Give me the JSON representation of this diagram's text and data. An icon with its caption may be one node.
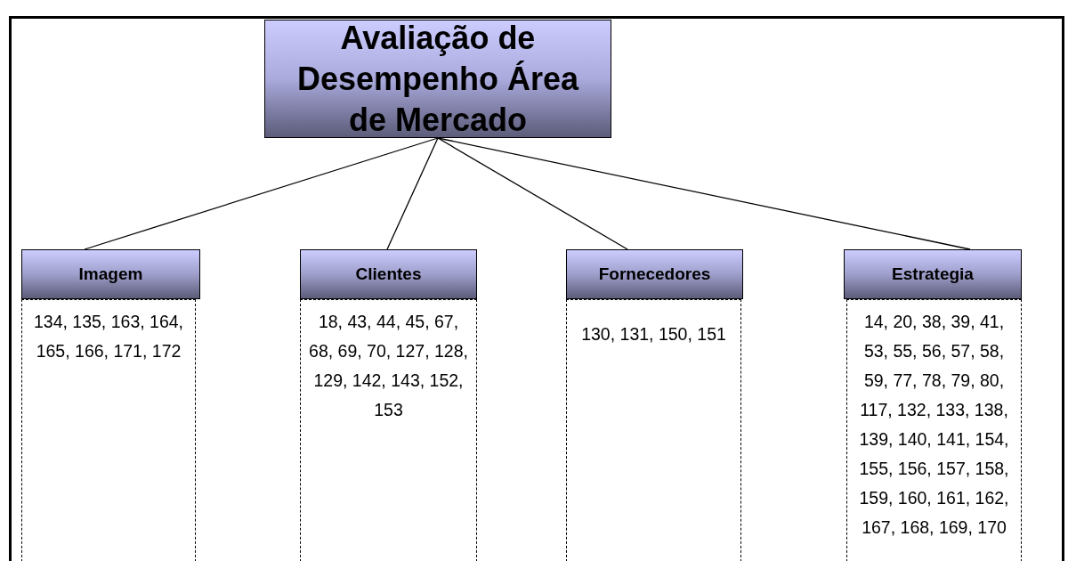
{
  "diagram": {
    "nodes": [
      {
        "text": [
          "Avaliação de Desempenho Área de Mercado"
        ]
      },
      {
        "text": [
          "Imagem"
        ]
      },
      {
        "text": [
          "Clientes"
        ]
      },
      {
        "text": [
          "Fornecedores"
        ]
      },
      {
        "text": [
          "Estrategia"
        ]
      },
      {
        "text": [
          "134, 135, 163, 164, 165, 166, 171, 172"
        ]
      },
      {
        "text": [
          "18, 43, 44, 45, 67, 68, 69, 70, 127, 128, 129, 142, 143, 152, 153"
        ]
      },
      {
        "text": [
          "130, 131, 150, 151"
        ]
      },
      {
        "text": [
          "14, 20, 38, 39, 41, 53, 55, 56, 57, 58, 59, 77, 78, 79, 80, 117, 132, 133, 138, 139, 140, 141, 154, 155, 156, 157, 158, 159, 160, 161, 162, 167, 168, 169, 170"
        ]
      }
    ],
    "edges": [
      {
        "from": 0,
        "to": 1,
        "arrow": "none"
      },
      {
        "from": 0,
        "to": 2,
        "arrow": "none"
      },
      {
        "from": 0,
        "to": 3,
        "arrow": "none"
      },
      {
        "from": 0,
        "to": 4,
        "arrow": "none"
      }
    ]
  }
}
